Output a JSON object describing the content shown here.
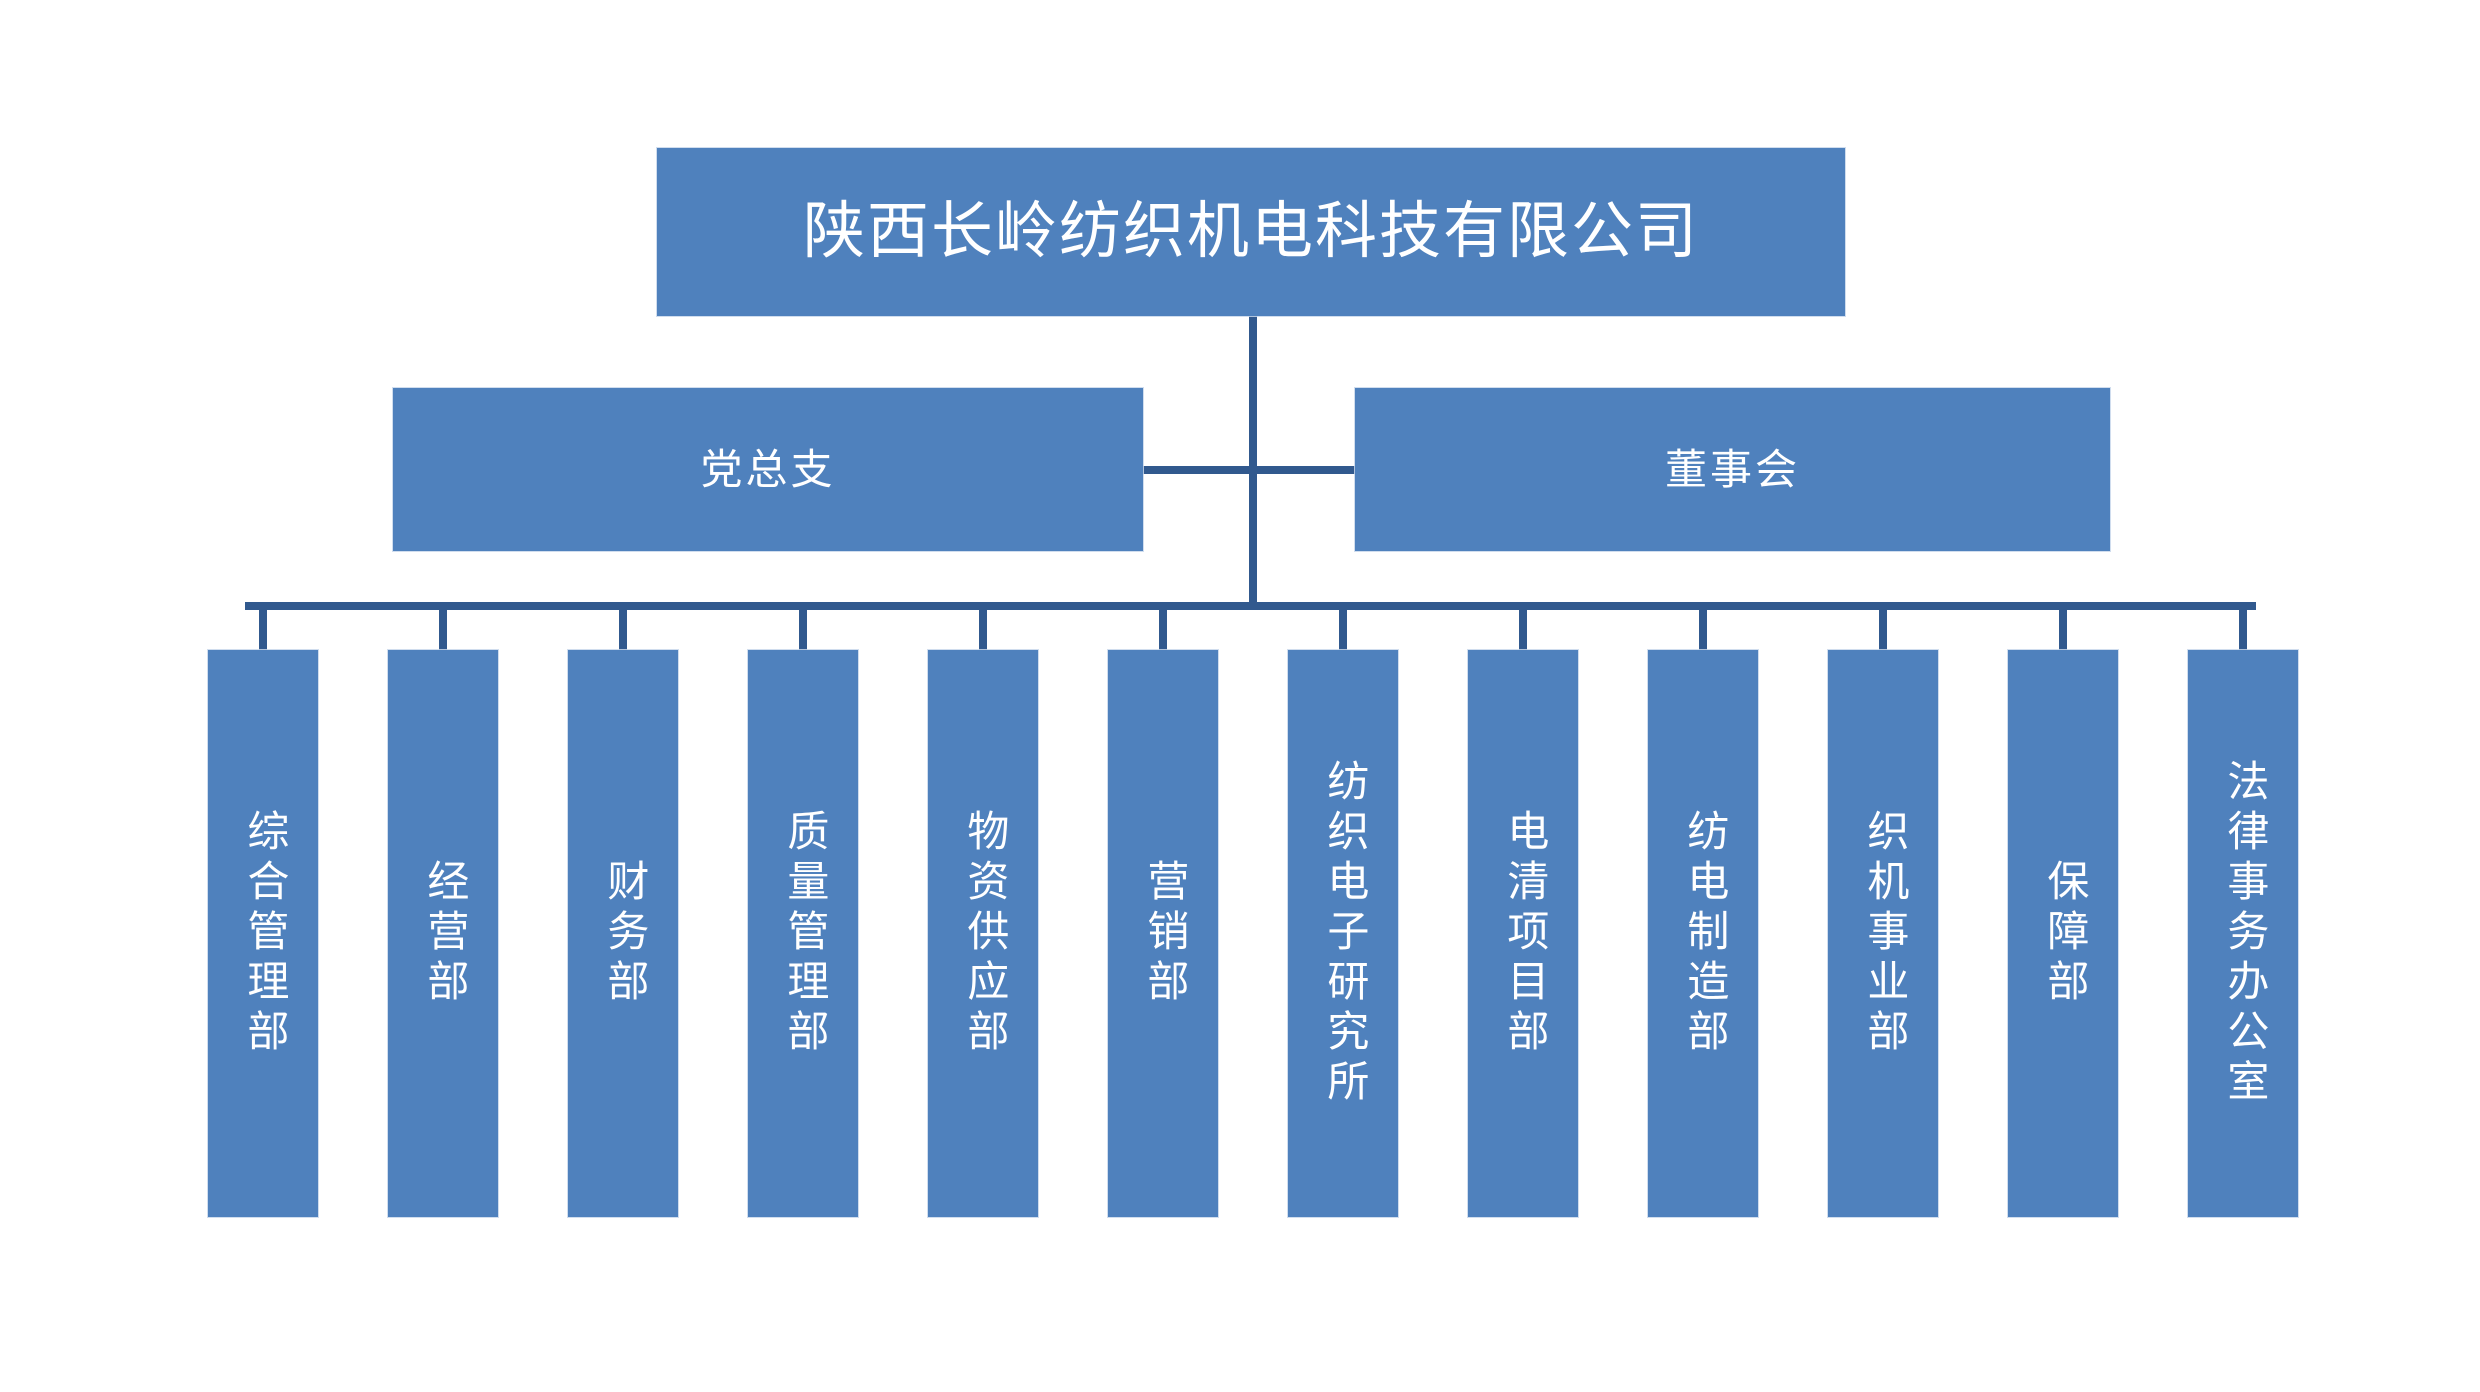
{
  "chart": {
    "type": "org-chart",
    "title": "陕西长岭纺织机电科技有限公司",
    "colors": {
      "node_fill": "#4F81BD",
      "node_text": "#FFFFFF",
      "connector": "#31598E",
      "background": "#FFFFFF"
    },
    "root": {
      "label": "陕西长岭纺织机电科技有限公司"
    },
    "level2": [
      {
        "label": "党总支"
      },
      {
        "label": "董事会"
      }
    ],
    "departments": [
      {
        "label": "综合管理部"
      },
      {
        "label": "经营部"
      },
      {
        "label": "财务部"
      },
      {
        "label": "质量管理部"
      },
      {
        "label": "物资供应部"
      },
      {
        "label": "营销部"
      },
      {
        "label": "纺织电子研究所"
      },
      {
        "label": "电清项目部"
      },
      {
        "label": "纺电制造部"
      },
      {
        "label": "织机事业部"
      },
      {
        "label": "保障部"
      },
      {
        "label": "法律事务办公室"
      }
    ]
  }
}
